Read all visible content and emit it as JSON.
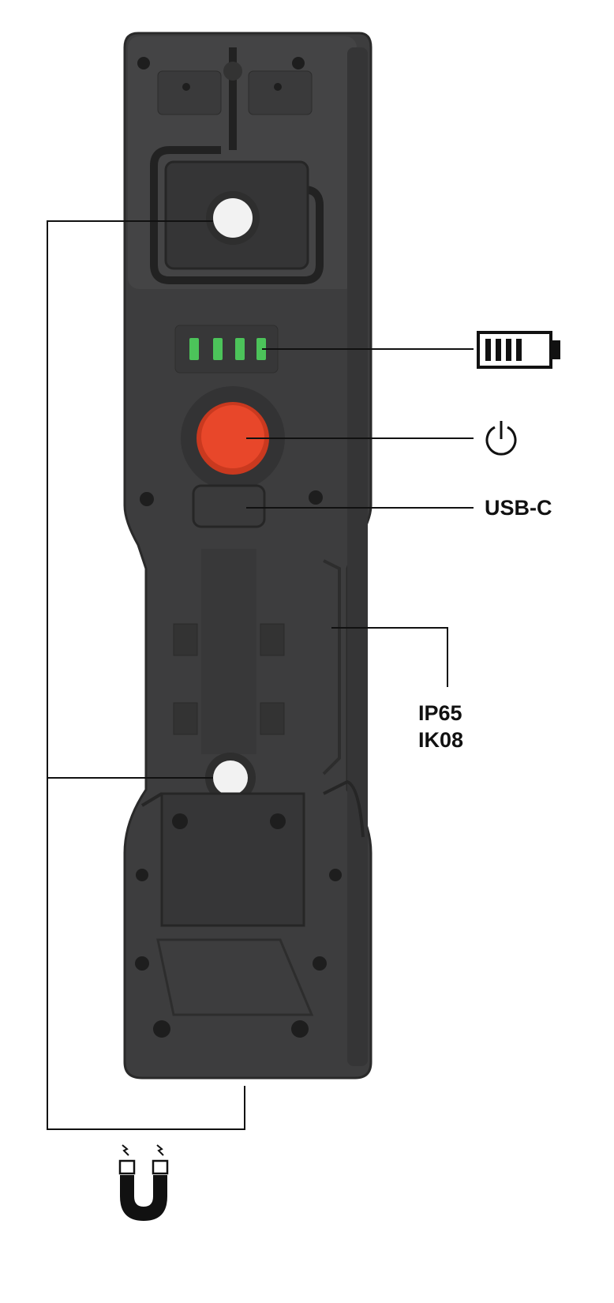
{
  "callouts": {
    "battery_icon": "battery-level-icon",
    "power_icon": "power-icon",
    "usb_label": "USB-C",
    "protection": [
      "IP65",
      "IK08"
    ],
    "magnet_icon": "magnet-icon"
  },
  "device": {
    "battery_bars_lit": 4,
    "colors": {
      "body": "#3b3b3c",
      "body_dark": "#2a2a2b",
      "power_button": "#e8472a",
      "led": "#4cc35a",
      "light": "#f2f2f2"
    }
  }
}
